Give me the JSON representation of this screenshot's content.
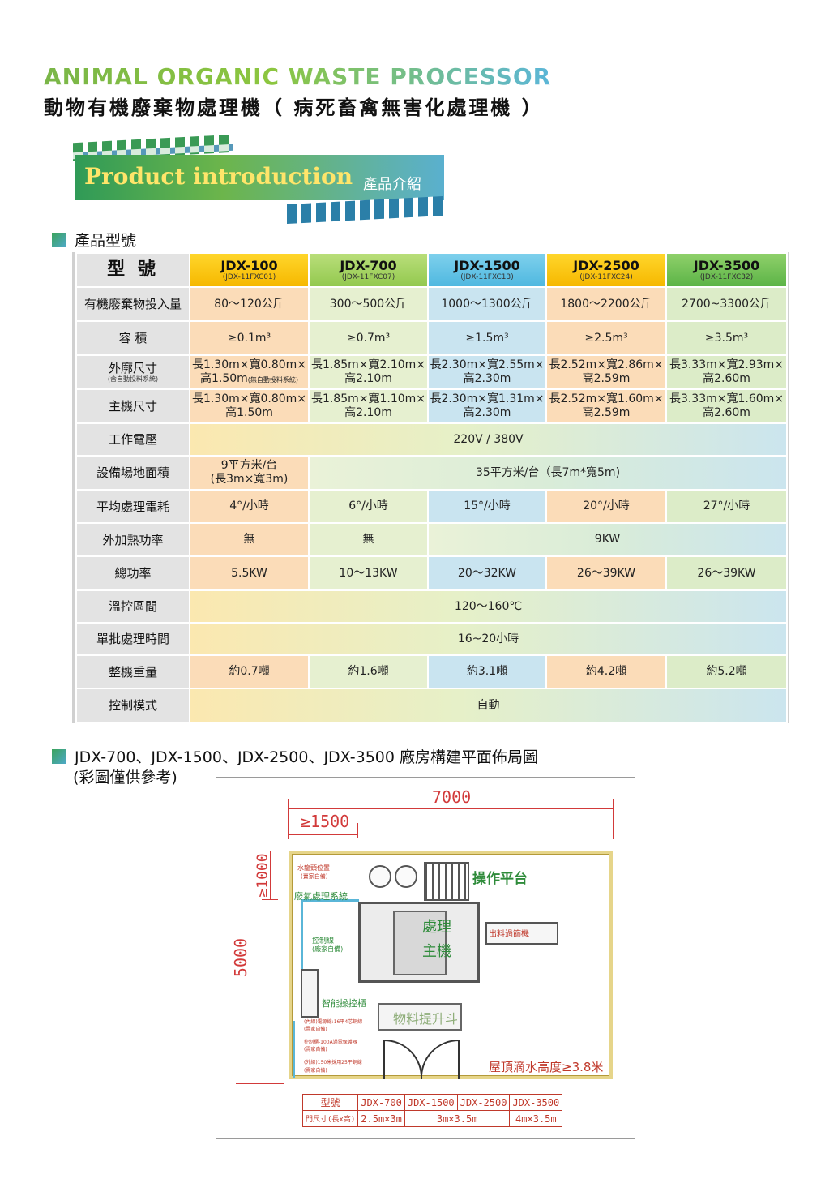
{
  "header": {
    "en_title": "ANIMAL ORGANIC WASTE PROCESSOR",
    "zh_title": "動物有機廢棄物處理機（ 病死畜禽無害化處理機 ）"
  },
  "banner": {
    "en": "Product introduction",
    "zh": "產品介紹"
  },
  "section1": {
    "title": "產品型號"
  },
  "table": {
    "model_label": "型 號",
    "models": [
      {
        "name": "JDX-100",
        "code": "(JDX-11FXC01)"
      },
      {
        "name": "JDX-700",
        "code": "(JDX-11FXC07)"
      },
      {
        "name": "JDX-1500",
        "code": "(JDX-11FXC13)"
      },
      {
        "name": "JDX-2500",
        "code": "(JDX-11FXC24)"
      },
      {
        "name": "JDX-3500",
        "code": "(JDX-11FXC32)"
      }
    ],
    "input": {
      "label": "有機廢棄物投入量",
      "values": [
        "80～120公斤",
        "300～500公斤",
        "1000～1300公斤",
        "1800～2200公斤",
        "2700~3300公斤"
      ]
    },
    "volume": {
      "label": "容 積",
      "values": [
        "≥0.1m³",
        "≥0.7m³",
        "≥1.5m³",
        "≥2.5m³",
        "≥3.5m³"
      ]
    },
    "outer": {
      "label": "外廓尺寸",
      "sublabel": "(含自動投料系統)",
      "values": [
        {
          "line1": "長1.30m×寬0.80m×",
          "line2": "高1.50m",
          "note": "(無自動投料系統)"
        },
        {
          "line1": "長1.85m×寬2.10m×",
          "line2": "高2.10m",
          "note": ""
        },
        {
          "line1": "長2.30m×寬2.55m×",
          "line2": "高2.30m",
          "note": ""
        },
        {
          "line1": "長2.52m×寬2.86m×",
          "line2": "高2.59m",
          "note": ""
        },
        {
          "line1": "長3.33m×寬2.93m×",
          "line2": "高2.60m",
          "note": ""
        }
      ]
    },
    "main_size": {
      "label": "主機尺寸",
      "values": [
        {
          "line1": "長1.30m×寬0.80m×",
          "line2": "高1.50m"
        },
        {
          "line1": "長1.85m×寬1.10m×",
          "line2": "高2.10m"
        },
        {
          "line1": "長2.30m×寬1.31m×",
          "line2": "高2.30m"
        },
        {
          "line1": "長2.52m×寬1.60m×",
          "line2": "高2.59m"
        },
        {
          "line1": "長3.33m×寬1.60m×",
          "line2": "高2.60m"
        }
      ]
    },
    "voltage": {
      "label": "工作電壓",
      "value": "220V / 380V"
    },
    "area": {
      "label": "設備場地面積",
      "first_line1": "9平方米/台",
      "first_line2": "(長3m×寬3m)",
      "rest": "35平方米/台（長7m*寬5m)"
    },
    "power_use": {
      "label": "平均處理電耗",
      "values": [
        "4°/小時",
        "6°/小時",
        "15°/小時",
        "20°/小時",
        "27°/小時"
      ]
    },
    "heating": {
      "label": "外加熱功率",
      "values": [
        "無",
        "無"
      ],
      "rest": "9KW"
    },
    "total_power": {
      "label": "總功率",
      "values": [
        "5.5KW",
        "10～13KW",
        "20～32KW",
        "26～39KW",
        "26～39KW"
      ]
    },
    "temp": {
      "label": "溫控區間",
      "value": "120～160℃"
    },
    "batch": {
      "label": "單批處理時間",
      "value": "16~20小時"
    },
    "weight": {
      "label": "整機重量",
      "values": [
        "約0.7噸",
        "約1.6噸",
        "約3.1噸",
        "約4.2噸",
        "約5.2噸"
      ]
    },
    "control": {
      "label": "控制模式",
      "value": "自動"
    }
  },
  "section2": {
    "title": "JDX-700、JDX-1500、JDX-2500、JDX-3500 廠房構建平面佈局圖",
    "note": "(彩圖僅供參考)"
  },
  "drawing": {
    "dim_width": "7000",
    "dim_height": "5000",
    "dim_min_w": "≥1500",
    "dim_min_h": "≥1000",
    "water": "水龍頭位置",
    "water_note": "(賣家自備)",
    "exhaust": "廢氣處理系統",
    "platform": "操作平台",
    "control_line": "控制線",
    "control_note": "(廠家自備)",
    "main1": "處理",
    "main2": "主機",
    "outlet": "出料過篩機",
    "cabinet": "智能操控櫃",
    "cable1": "(內線)電源線:16平4芯銅線",
    "cable1_note": "(賣家自備)",
    "cable2": "控制櫃-100A過電保護器",
    "cable2_note": "(賣家自備)",
    "cable3": "(外線)150米採用25平銅線",
    "cable3_note": "(賣家自備)",
    "lift": "物料提升斗",
    "roof": "屋頂滴水高度≥3.8米",
    "door_table": {
      "row1": [
        "型號",
        "JDX-700",
        "JDX-1500",
        "JDX-2500",
        "JDX-3500"
      ],
      "row2_label": "門尺寸(長x高)",
      "row2": [
        "2.5m×3m",
        "3m×3.5m",
        "4m×3.5m"
      ]
    }
  },
  "colors": {
    "green": "#7ab648",
    "blue": "#5bb6d8",
    "red": "#d23a3a"
  }
}
